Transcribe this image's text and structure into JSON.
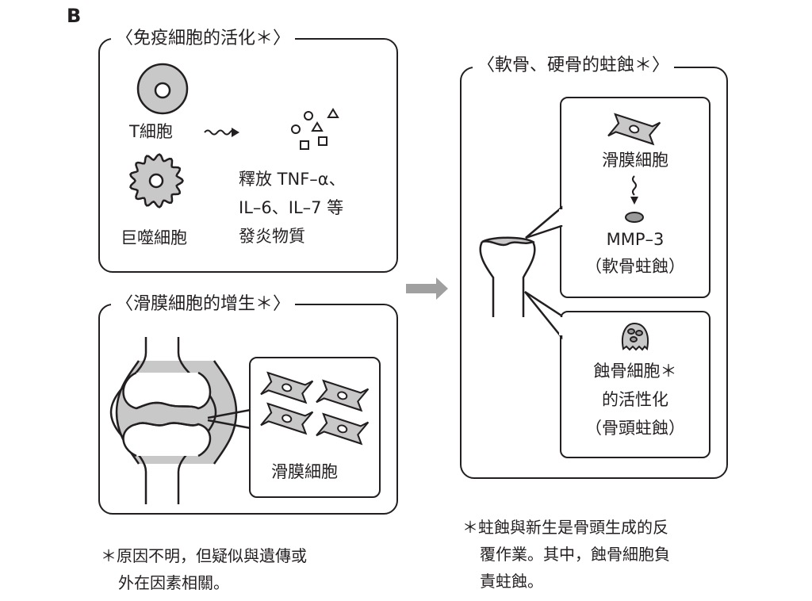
{
  "figure_label": "B",
  "panels": {
    "immune": {
      "title": "〈免疫細胞的活化＊〉",
      "t_cell_label": "T細胞",
      "macrophage_label": "巨噬細胞",
      "release_lines": [
        "釋放 TNF–α、",
        "IL–6、IL–7 等",
        "發炎物質"
      ]
    },
    "synovial": {
      "title": "〈滑膜細胞的增生＊〉",
      "cells_label": "滑膜細胞"
    },
    "erosion": {
      "title": "〈軟骨、硬骨的蛀蝕＊〉",
      "upper": {
        "cell_label": "滑膜細胞",
        "enzyme": "MMP–3",
        "effect": "（軟骨蛀蝕）"
      },
      "lower": {
        "line1": "蝕骨細胞＊",
        "line2": "的活性化",
        "line3": "（骨頭蛀蝕）"
      }
    }
  },
  "notes": {
    "left": [
      "＊原因不明，但疑似與遺傳或",
      "外在因素相關。"
    ],
    "right": [
      "＊蛀蝕與新生是骨頭生成的反",
      "覆作業。其中，蝕骨細胞負",
      "責蛀蝕。"
    ]
  },
  "colors": {
    "ink": "#231f20",
    "cell_fill": "#c8c8c8",
    "arrow": "#a0a0a0"
  }
}
